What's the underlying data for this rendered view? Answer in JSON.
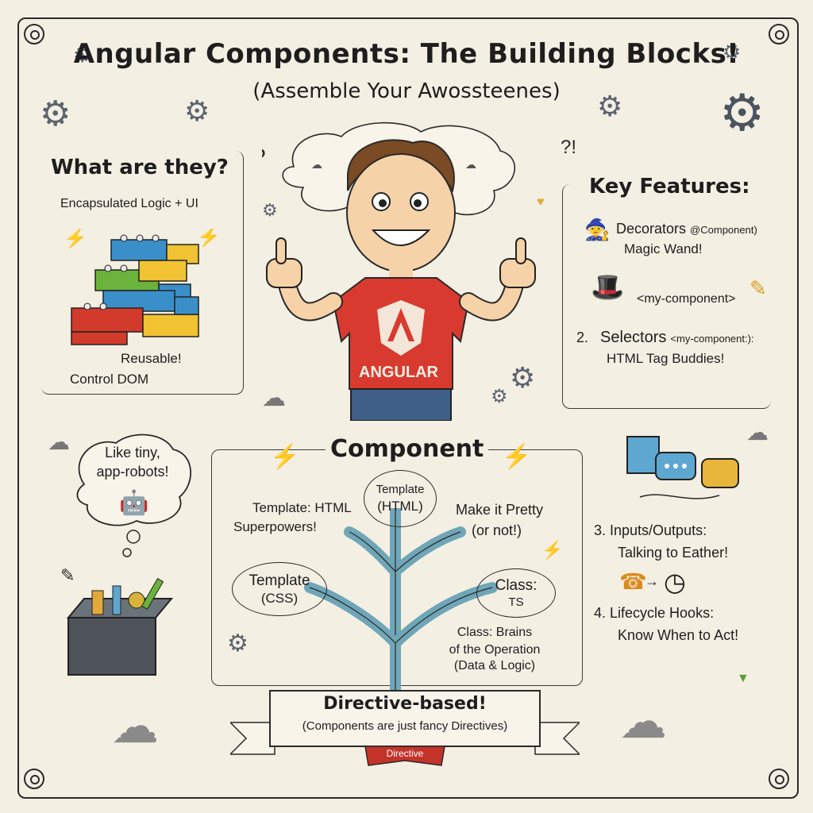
{
  "header": {
    "title": "Angular Components: The Building Blocks!",
    "subtitle": "(Assemble Your Awossteenes)"
  },
  "what_are_they": {
    "heading": "What are they?",
    "line1": "Encapsulated Logic + UI",
    "reusable": "Reusable!",
    "control_dom": "Control DOM"
  },
  "bubble_left": {
    "text1": "Like tiny,",
    "text2": "app-robots!"
  },
  "mascot": {
    "shirt_label": "ANGULAR"
  },
  "key_features": {
    "heading": "Key Features:",
    "decorators_label": "Decorators",
    "decorators_tag": "@Component)",
    "decorators_sub": "Magic Wand!",
    "example_tag": "<my-component>",
    "selectors_num": "2.",
    "selectors_label": "Selectors",
    "selectors_tag": "<my-component:):",
    "selectors_sub": "HTML Tag Buddies!",
    "inputs_label": "3. Inputs/Outputs:",
    "inputs_sub": "Talking to Eather!",
    "lifecycle_label": "4. Lifecycle Hooks:",
    "lifecycle_sub": "Know When to Act!"
  },
  "component": {
    "heading": "Component",
    "template_html_top": "Template",
    "template_html_bottom": "(HTML)",
    "template_html_note1": "Template: HTML",
    "template_html_note2": "Superpowers!",
    "pretty1": "Make it Pretty",
    "pretty2": "(or not!)",
    "template_css_top": "Template",
    "template_css_bottom": "(CSS)",
    "class_top": "Class:",
    "class_bottom": "TS",
    "class_note1": "Class: Brains",
    "class_note2": "of the Operation",
    "class_note3": "(Data & Logic)"
  },
  "banner": {
    "title": "Directive-based!",
    "sub": "(Components are just fancy Directives)",
    "ribbon": "Directive"
  },
  "colors": {
    "background": "#f4efe3",
    "ink": "#1e1e1e",
    "shirt": "#d93a2f",
    "lego_blue": "#3a8fc9",
    "lego_yellow": "#f1c232",
    "lego_red": "#d23a2c",
    "lego_green": "#6bb33c",
    "tree": "#6fa6b8"
  }
}
